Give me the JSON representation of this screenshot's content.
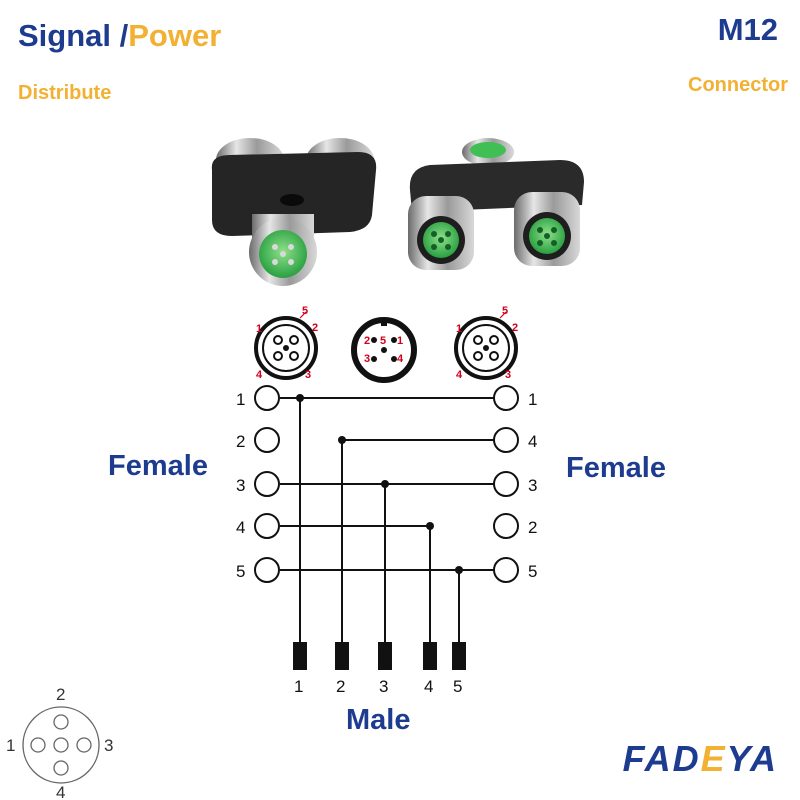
{
  "header": {
    "title_signal": "Signal /",
    "title_power": "Power",
    "subtitle_left": "Distribute",
    "title_right": "M12",
    "subtitle_right": "Connector"
  },
  "labels": {
    "female_left": "Female",
    "female_right": "Female",
    "male": "Male"
  },
  "brand": {
    "part1": "FAD",
    "part2": "E",
    "part3": "YA"
  },
  "left_pins": [
    "1",
    "2",
    "3",
    "4",
    "5"
  ],
  "right_pins": [
    "1",
    "4",
    "3",
    "2",
    "5"
  ],
  "bottom_pins": [
    "1",
    "2",
    "3",
    "4",
    "5"
  ],
  "face_left_pins": [
    "1",
    "2",
    "3",
    "4",
    "5"
  ],
  "face_mid_pins": [
    "1",
    "2",
    "3",
    "4",
    "5"
  ],
  "face_right_pins": [
    "1",
    "2",
    "3",
    "4",
    "5"
  ],
  "corner_pins": [
    "1",
    "2",
    "3",
    "4"
  ],
  "colors": {
    "brand_blue": "#1e3c8f",
    "accent_yellow": "#f2b132",
    "connector_green": "#34b84a",
    "pin_red": "#d0021b"
  }
}
